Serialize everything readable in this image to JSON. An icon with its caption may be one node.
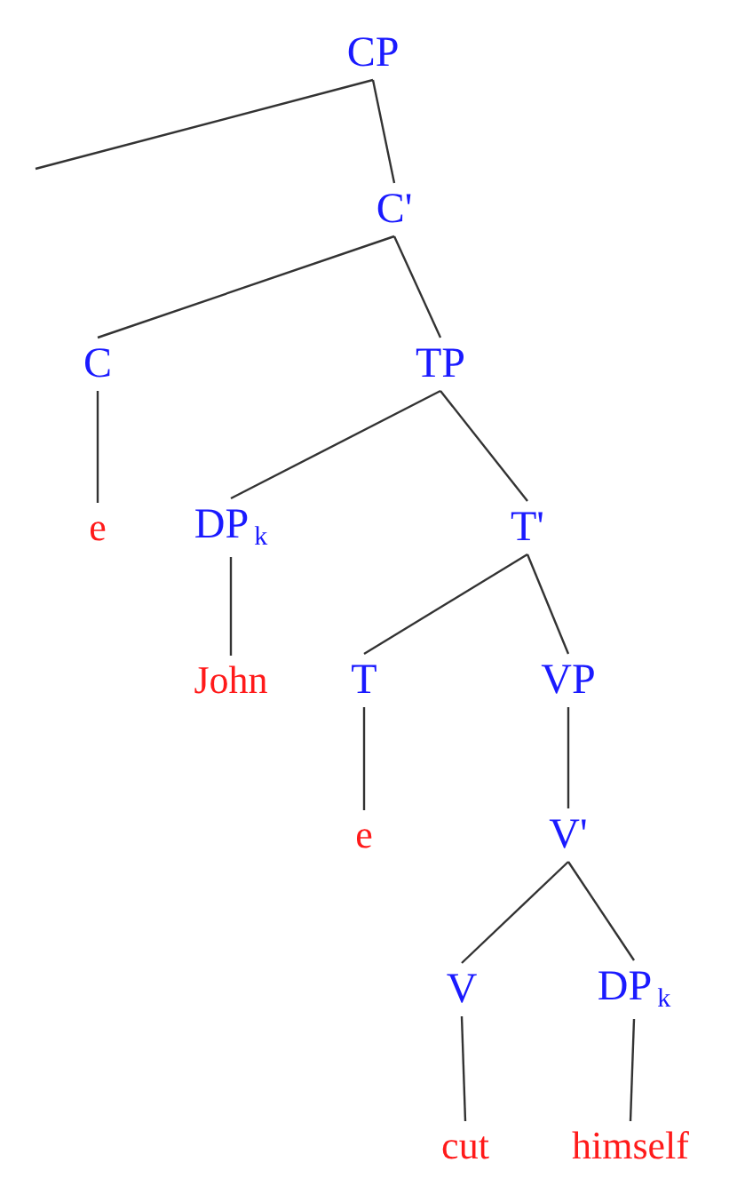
{
  "diagram": {
    "nodes": [
      {
        "text": [
          "CP"
        ]
      },
      {
        "text": [
          "C'"
        ]
      },
      {
        "text": [
          "C"
        ]
      },
      {
        "text": [
          "TP"
        ]
      },
      {
        "text": [
          "e"
        ]
      },
      {
        "text": [
          "DP$_{k}$"
        ]
      },
      {
        "text": [
          "T'"
        ]
      },
      {
        "text": [
          "John"
        ]
      },
      {
        "text": [
          "T"
        ]
      },
      {
        "text": [
          "VP"
        ]
      },
      {
        "text": [
          "e"
        ]
      },
      {
        "text": [
          "V'"
        ]
      },
      {
        "text": [
          "V"
        ]
      },
      {
        "text": [
          "DP$_{k}$"
        ]
      },
      {
        "text": [
          "cut"
        ]
      },
      {
        "text": [
          "himself"
        ]
      }
    ],
    "edges": [
      {
        "from": 0,
        "to": null,
        "arrow": "none"
      },
      {
        "from": 0,
        "to": 1,
        "arrow": "none"
      },
      {
        "from": 1,
        "to": 2,
        "arrow": "none"
      },
      {
        "from": 1,
        "to": 3,
        "arrow": "none"
      },
      {
        "from": 2,
        "to": 4,
        "arrow": "none"
      },
      {
        "from": 3,
        "to": 5,
        "arrow": "none"
      },
      {
        "from": 3,
        "to": 6,
        "arrow": "none"
      },
      {
        "from": 5,
        "to": 7,
        "arrow": "none"
      },
      {
        "from": 6,
        "to": 8,
        "arrow": "none"
      },
      {
        "from": 6,
        "to": 9,
        "arrow": "none"
      },
      {
        "from": 8,
        "to": 10,
        "arrow": "none"
      },
      {
        "from": 9,
        "to": 11,
        "arrow": "none"
      },
      {
        "from": 11,
        "to": 12,
        "arrow": "none"
      },
      {
        "from": 11,
        "to": 13,
        "arrow": "none"
      },
      {
        "from": 12,
        "to": 14,
        "arrow": "none"
      },
      {
        "from": 13,
        "to": 15,
        "arrow": "none"
      }
    ]
  }
}
